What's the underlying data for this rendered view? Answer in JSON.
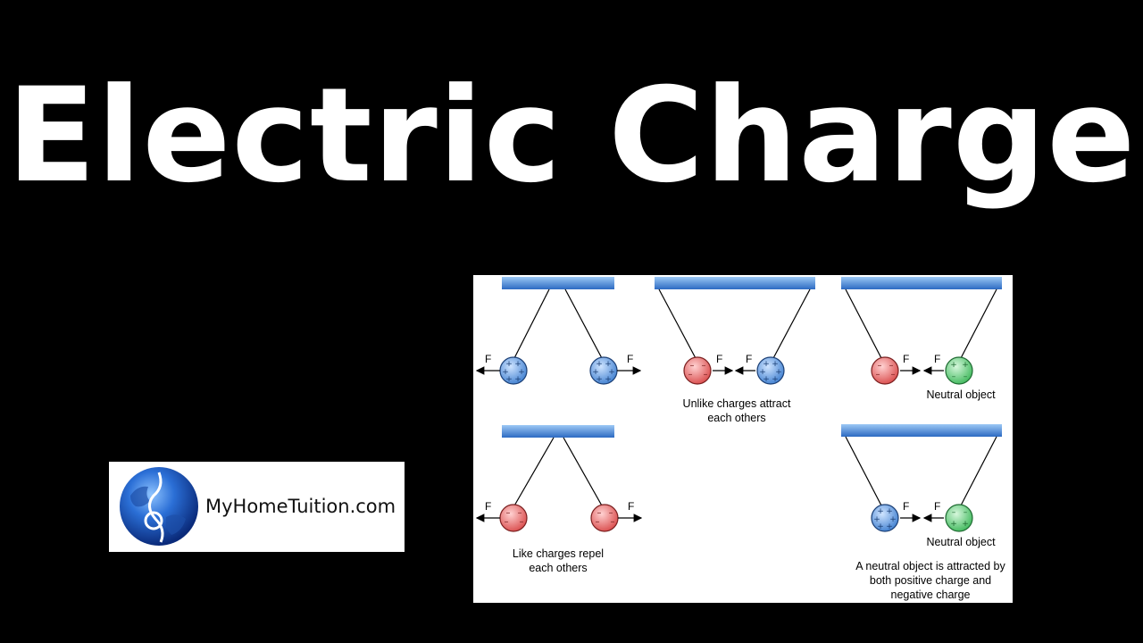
{
  "title": "Electric Charge",
  "logo": {
    "text": "MyHomeTuition.com"
  },
  "diagram": {
    "force_label": "F",
    "colors": {
      "positive": "#3f7fd0",
      "negative": "#d94a4a",
      "neutral": "#3db85a",
      "bar": "#3f82d4"
    },
    "captions": {
      "unlike_line1": "Unlike charges attract",
      "unlike_line2": "each others",
      "neutral1": "Neutral object",
      "like_line1": "Like charges repel",
      "like_line2": "each others",
      "neutral2": "Neutral object",
      "summary_line1": "A neutral object is attracted by",
      "summary_line2": "both positive charge and",
      "summary_line3": "negative charge"
    }
  }
}
